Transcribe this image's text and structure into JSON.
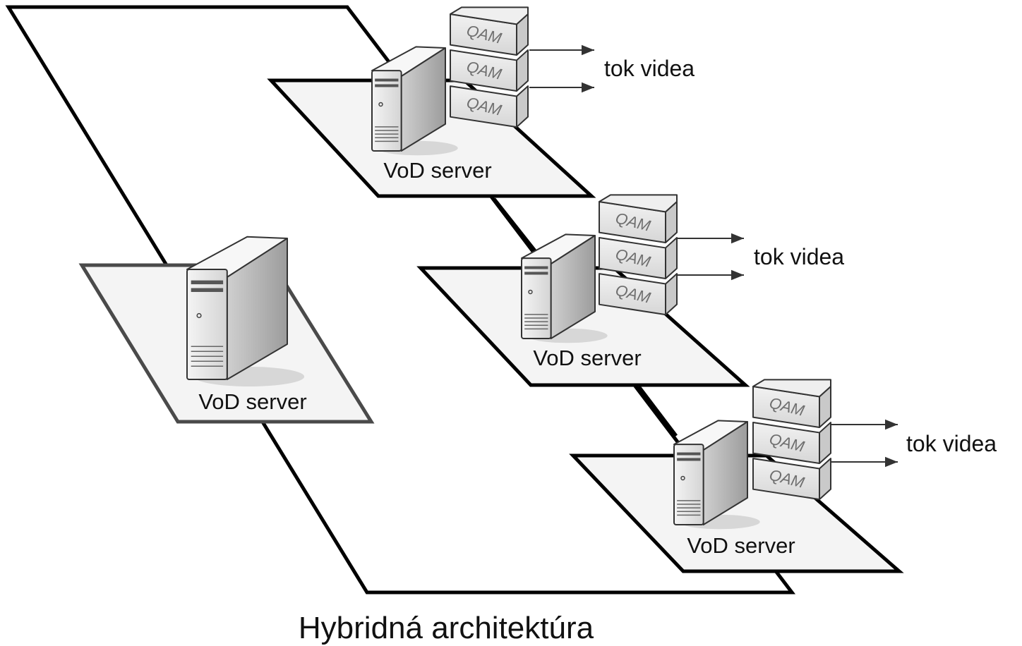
{
  "caption": "Hybridná architektúra",
  "colors": {
    "outline": "#000000",
    "platform_fill": "#f4f4f4",
    "platform_stroke_regional": "#4a4a4a",
    "server_body": "#e6e6e6",
    "server_dark": "#9a9a9a",
    "qam_text": "#6e6e6e",
    "arrow": "#333333"
  },
  "icons": {
    "server": "tower-server-icon",
    "qam": "qam-modulator-icon",
    "arrow": "arrow-right-icon"
  },
  "central_node": {
    "label": "VoD server"
  },
  "edge_nodes": [
    {
      "label": "VoD server",
      "qam_labels": [
        "QAM",
        "QAM",
        "QAM"
      ],
      "streams": [
        "tok videa"
      ]
    },
    {
      "label": "VoD server",
      "qam_labels": [
        "QAM",
        "QAM",
        "QAM"
      ],
      "streams": [
        "tok videa"
      ]
    },
    {
      "label": "VoD server",
      "qam_labels": [
        "QAM",
        "QAM",
        "QAM"
      ],
      "streams": [
        "tok videa"
      ]
    }
  ]
}
